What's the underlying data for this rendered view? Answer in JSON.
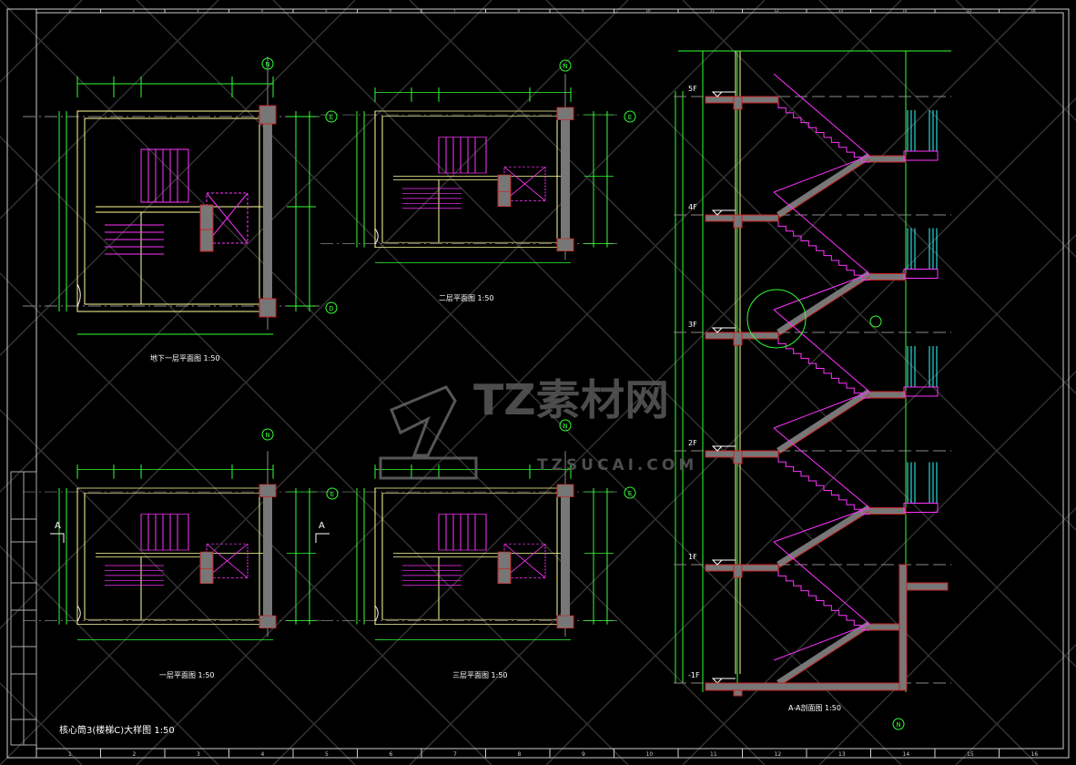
{
  "drawing_title": "核心筒3(楼梯C)大样图 1:50",
  "views": [
    {
      "title": "地下一层平面图 1:50"
    },
    {
      "title": "二层平面图 1:50"
    },
    {
      "title": "一层平面图 1:50"
    },
    {
      "title": "三层平面图 1:50"
    },
    {
      "title": "A-A剖面图 1:50"
    }
  ],
  "section": {
    "floors": [
      "5F",
      "4F",
      "3F",
      "2F",
      "1F",
      "-1F"
    ]
  },
  "axes": {
    "vertical": "N",
    "upper": "E",
    "lower": "D"
  },
  "section_mark": "A",
  "watermark": {
    "brand": "TZ素材网",
    "url": "TZSUCAI.COM"
  },
  "ruler": [
    "1",
    "2",
    "3",
    "4",
    "5",
    "6",
    "7",
    "8",
    "9",
    "10",
    "11",
    "12",
    "13",
    "14",
    "15",
    "16"
  ],
  "colors": {
    "background": "#000000",
    "wall": "#ffff99",
    "stair": "#ff33ff",
    "dimension": "#33ff33",
    "slab": "#777777",
    "slab_outline": "#cc2222",
    "glass": "#33ffff"
  }
}
